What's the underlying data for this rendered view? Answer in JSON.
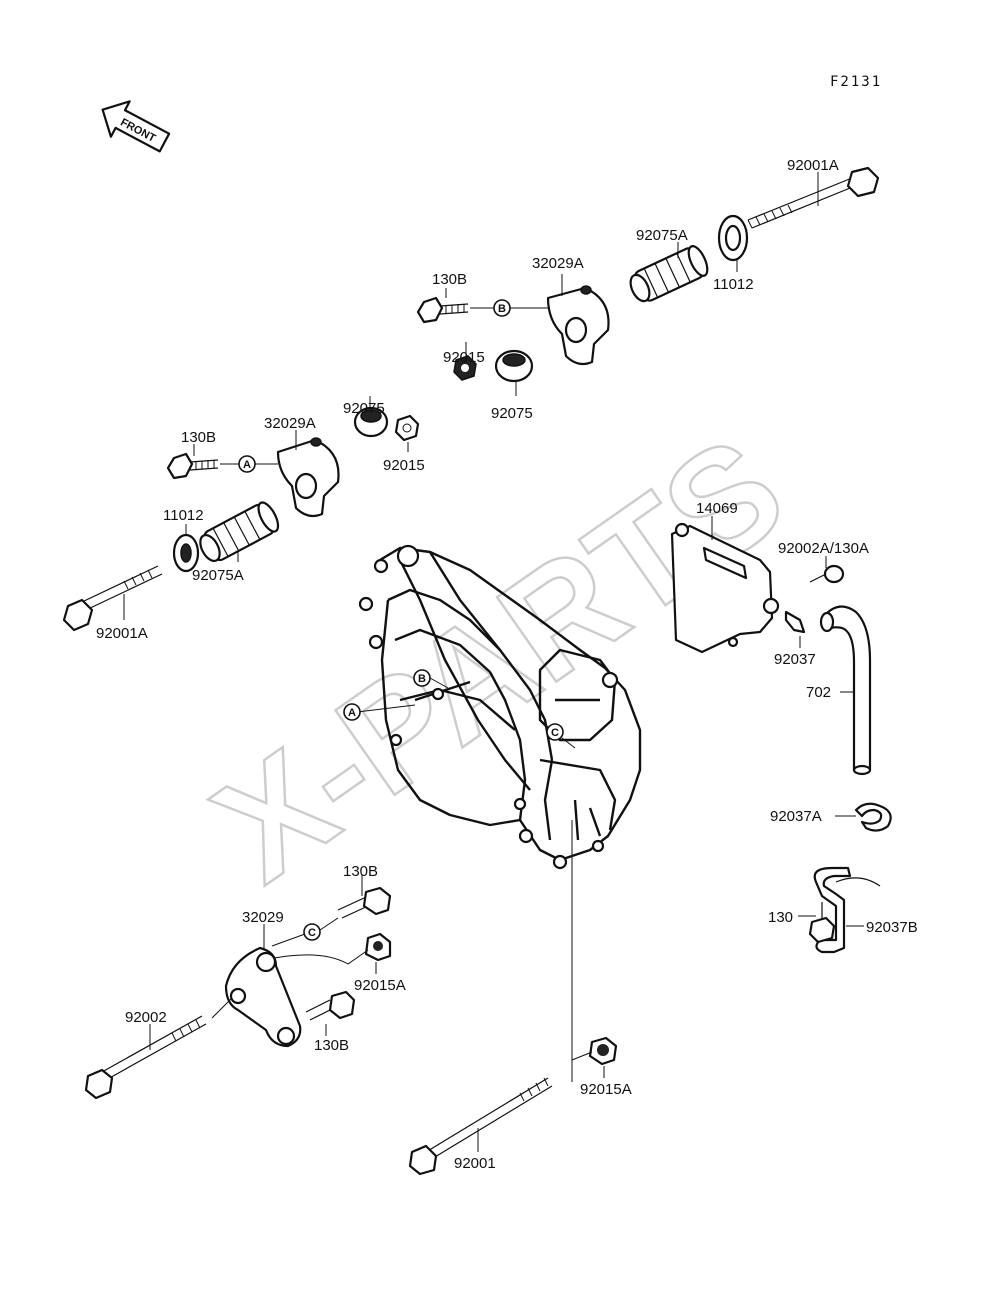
{
  "diagram_code": "F2131",
  "front_label": "FRONT",
  "watermark": "X-PARTS",
  "markers": {
    "a": "A",
    "b": "B",
    "c": "C"
  },
  "parts": {
    "p92001A_top": "92001A",
    "p92075A_top": "92075A",
    "p11012_top": "11012",
    "p32029A_top": "32029A",
    "p130B_top": "130B",
    "p92015_top": "92015",
    "p92075_top": "92075",
    "p130B_mid": "130B",
    "p32029A_mid": "32029A",
    "p92075_mid": "92075",
    "p92015_mid": "92015",
    "p11012_left": "11012",
    "p92075A_left": "92075A",
    "p92001A_left": "92001A",
    "p14069": "14069",
    "p92002A_130A": "92002A/130A",
    "p92037": "92037",
    "p702": "702",
    "p92037A": "92037A",
    "p130": "130",
    "p92037B": "92037B",
    "p130B_low1": "130B",
    "p32029": "32029",
    "p92015A_low": "92015A",
    "p92002": "92002",
    "p130B_low2": "130B",
    "p92015A_bottom": "92015A",
    "p92001": "92001"
  }
}
